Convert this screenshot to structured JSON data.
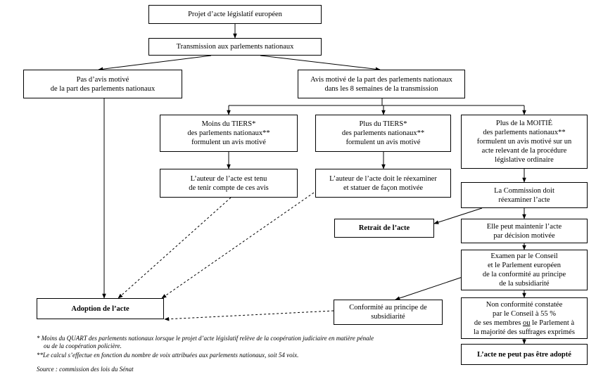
{
  "boxes": {
    "projet": {
      "lines": [
        "Projet d’acte législatif européen"
      ]
    },
    "transmission": {
      "lines": [
        "Transmission aux parlements nationaux"
      ]
    },
    "pas_avis": {
      "lines": [
        "Pas d’avis motivé",
        "de la part des parlements nationaux"
      ]
    },
    "avis_motive": {
      "lines": [
        "Avis motivé de la part des parlements nationaux",
        "dans les 8 semaines de la transmission"
      ]
    },
    "moins_tiers": {
      "lines": [
        "Moins du TIERS*",
        "des parlements nationaux**",
        "formulent un avis motivé"
      ]
    },
    "plus_tiers": {
      "lines": [
        "Plus du TIERS*",
        "des parlements nationaux**",
        "formulent un avis motivé"
      ]
    },
    "plus_moitie": {
      "lines": [
        "Plus de la MOITIÉ",
        "des parlements nationaux**",
        "formulent un avis motivé sur un",
        "acte relevant de la procédure",
        "législative ordinaire"
      ]
    },
    "auteur_compte": {
      "lines": [
        "L’auteur de l’acte est tenu",
        "de tenir compte de ces avis"
      ]
    },
    "auteur_reexaminer": {
      "lines": [
        "L’auteur de l’acte doit le réexaminer",
        "et statuer de façon motivée"
      ]
    },
    "commission": {
      "lines": [
        "La Commission doit",
        "réexaminer l’acte"
      ]
    },
    "retrait": {
      "lines": [
        "Retrait de l’acte"
      ]
    },
    "maintenir": {
      "lines": [
        "Elle peut maintenir l’acte",
        "par décision motivée"
      ]
    },
    "examen": {
      "lines": [
        "Examen par le Conseil",
        "et le Parlement européen",
        "de la conformité au principe",
        "de la subsidiarité"
      ]
    },
    "adoption": {
      "lines": [
        "Adoption de l’acte"
      ]
    },
    "conformite": {
      "lines": [
        "Conformité au principe de",
        "subsidiarité"
      ]
    },
    "non_conformite": {
      "lines": [
        "Non conformité constatée",
        "par le Conseil à 55 %",
        "de ses membres ",
        "ou",
        " le Parlement à",
        "la majorité des suffrages exprimés"
      ]
    },
    "non_adopte": {
      "lines": [
        "L’acte ne peut pas être adopté"
      ]
    }
  },
  "notes": {
    "note1_a": "* Moins du QUART des parlements nationaux lorsque le projet d’acte législatif relève de la coopération judiciaire en matière pénale",
    "note1_b": "ou de la coopération policière.",
    "note2": "**Le calcul s’effectue en fonction du nombre de voix attribuées aux parlements nationaux, soit 54 voix.",
    "source": "Source : commission des lois du Sénat"
  }
}
